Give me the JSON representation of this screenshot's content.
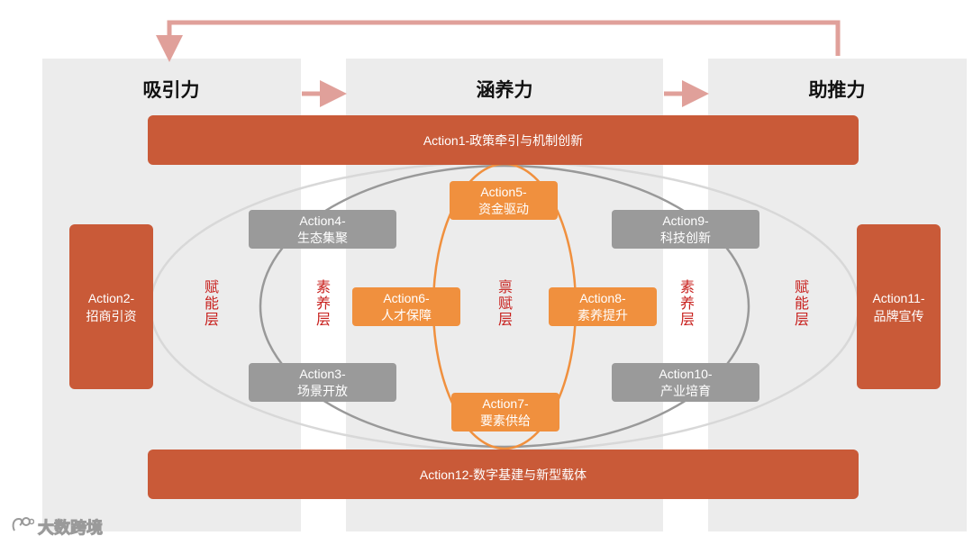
{
  "columns": {
    "left": "吸引力",
    "center": "涵养力",
    "right": "助推力"
  },
  "bars": {
    "top": "Action1-政策牵引与机制创新",
    "bottom": "Action12-数字基建与新型载体"
  },
  "side_boxes": {
    "left": {
      "line1": "Action2-",
      "line2": "招商引资"
    },
    "right": {
      "line1": "Action11-",
      "line2": "品牌宣传"
    }
  },
  "gray_boxes": {
    "a4": {
      "line1": "Action4-",
      "line2": "生态集聚"
    },
    "a3": {
      "line1": "Action3-",
      "line2": "场景开放"
    },
    "a9": {
      "line1": "Action9-",
      "line2": "科技创新"
    },
    "a10": {
      "line1": "Action10-",
      "line2": "产业培育"
    }
  },
  "orange_boxes": {
    "a5": {
      "line1": "Action5-",
      "line2": "资金驱动"
    },
    "a6": {
      "line1": "Action6-",
      "line2": "人才保障"
    },
    "a7": {
      "line1": "Action7-",
      "line2": "要素供给"
    },
    "a8": {
      "line1": "Action8-",
      "line2": "素养提升"
    }
  },
  "layer_labels": {
    "outer_left": "赋能层",
    "mid_left": "素养层",
    "center": "禀赋层",
    "mid_right": "素养层",
    "outer_right": "赋能层"
  },
  "watermark": "大数跨境",
  "colors": {
    "accent": "#c95a38",
    "orange": "#f0903e",
    "gray": "#9a9a9a",
    "label_red": "#c8211e",
    "arrow": "#e0a09a",
    "panel": "#ececec"
  }
}
